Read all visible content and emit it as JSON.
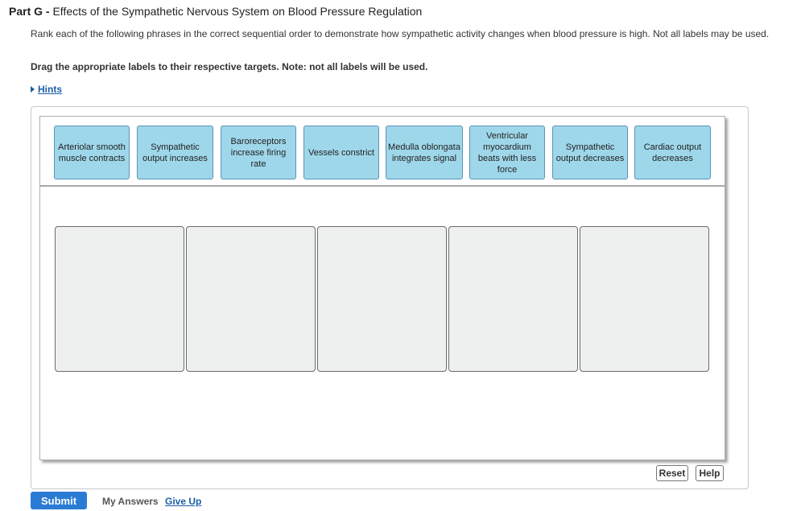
{
  "header": {
    "part_label": "Part G",
    "separator": " - ",
    "title": "Effects of the Sympathetic Nervous System on Blood Pressure Regulation"
  },
  "instructions": "Rank each of the following phrases in the correct sequential order to demonstrate how sympathetic activity changes when blood pressure is high. Not all labels may be used.",
  "drag_note": "Drag the appropriate labels to their respective targets. Note: not all labels will be used.",
  "hints_label": "Hints",
  "labels": [
    "Arteriolar smooth muscle contracts",
    "Sympathetic output increases",
    "Baroreceptors increase firing rate",
    "Vessels constrict",
    "Medulla oblongata integrates signal",
    "Ventricular myocardium beats with less force",
    "Sympathetic output decreases",
    "Cardiac output decreases"
  ],
  "drop_targets_count": 5,
  "buttons": {
    "reset": "Reset",
    "help": "Help",
    "submit": "Submit"
  },
  "footer": {
    "my_answers": "My Answers",
    "give_up": "Give Up"
  },
  "colors": {
    "label_bg": "#9fd7ea",
    "target_bg": "#eeefef",
    "submit_bg": "#2a7bd4",
    "link": "#1c5fa5"
  }
}
